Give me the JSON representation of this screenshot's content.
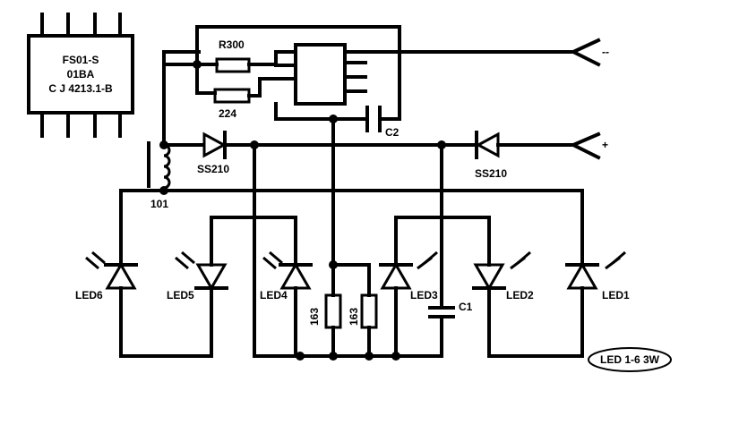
{
  "ic_chip": {
    "line1": "FS01-S",
    "line2": "01BA",
    "line3": "C J 4213.1-B"
  },
  "labels": {
    "r300": "R300",
    "r224": "224",
    "c2": "C2",
    "c1": "C1",
    "ss210_left": "SS210",
    "ss210_right": "SS210",
    "inductor": "101",
    "minus": "--",
    "plus": "+",
    "res1": "163",
    "res2": "163",
    "led6": "LED6",
    "led5": "LED5",
    "led4": "LED4",
    "led3": "LED3",
    "led2": "LED2",
    "led1": "LED1",
    "note": "LED 1-6  3W"
  }
}
